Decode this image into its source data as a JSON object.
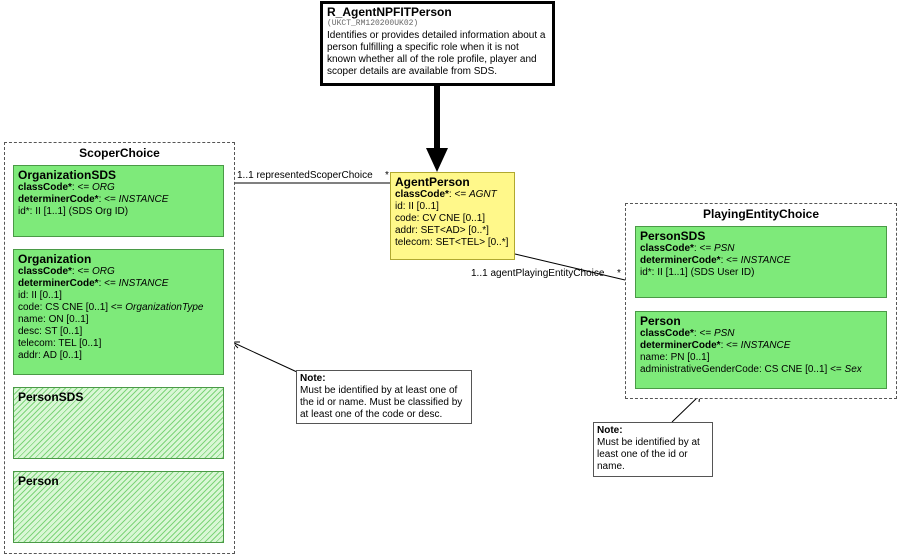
{
  "entry": {
    "title": "R_AgentNPFITPerson",
    "subtitle": "(UKCT_RM120200UK02)",
    "description": "Identifies or provides detailed information about a person fulfilling a specific role when it is not known whether all of the role profile, player and scoper details are available from SDS."
  },
  "agent_person": {
    "name": "AgentPerson",
    "attributes": [
      {
        "label": "classCode*",
        "bold": true,
        "value": ": <= ",
        "italic": "AGNT"
      },
      {
        "label": "",
        "bold": false,
        "value": "id: II [0..1]",
        "italic": ""
      },
      {
        "label": "",
        "bold": false,
        "value": "code: CV CNE [0..1]",
        "italic": ""
      },
      {
        "label": "",
        "bold": false,
        "value": "addr: SET<AD> [0..*]",
        "italic": ""
      },
      {
        "label": "",
        "bold": false,
        "value": "telecom: SET<TEL> [0..*]",
        "italic": ""
      }
    ]
  },
  "scoper_choice": {
    "title": "ScoperChoice",
    "organization_sds": {
      "name": "OrganizationSDS",
      "attributes": [
        {
          "label": "classCode*",
          "bold": true,
          "value": ": <= ",
          "italic": "ORG"
        },
        {
          "label": "determinerCode*",
          "bold": true,
          "value": ": <= ",
          "italic": "INSTANCE"
        },
        {
          "label": "",
          "bold": false,
          "value": "id*: II [1..1] (SDS Org ID)",
          "italic": ""
        }
      ]
    },
    "organization": {
      "name": "Organization",
      "attributes": [
        {
          "label": "classCode*",
          "bold": true,
          "value": ": <= ",
          "italic": "ORG"
        },
        {
          "label": "determinerCode*",
          "bold": true,
          "value": ": <= ",
          "italic": "INSTANCE"
        },
        {
          "label": "",
          "bold": false,
          "value": "id: II [0..1]",
          "italic": ""
        },
        {
          "label": "",
          "bold": false,
          "value": "code: CS CNE [0..1] <= ",
          "italic": "OrganizationType"
        },
        {
          "label": "",
          "bold": false,
          "value": "name: ON [0..1]",
          "italic": ""
        },
        {
          "label": "",
          "bold": false,
          "value": "desc: ST [0..1]",
          "italic": ""
        },
        {
          "label": "",
          "bold": false,
          "value": "telecom: TEL [0..1]",
          "italic": ""
        },
        {
          "label": "",
          "bold": false,
          "value": "addr: AD [0..1]",
          "italic": ""
        }
      ]
    },
    "person_sds": {
      "name": "PersonSDS"
    },
    "person": {
      "name": "Person"
    }
  },
  "playing_entity_choice": {
    "title": "PlayingEntityChoice",
    "person_sds": {
      "name": "PersonSDS",
      "attributes": [
        {
          "label": "classCode*",
          "bold": true,
          "value": ": <= ",
          "italic": "PSN"
        },
        {
          "label": "determinerCode*",
          "bold": true,
          "value": ": <= ",
          "italic": "INSTANCE"
        },
        {
          "label": "",
          "bold": false,
          "value": "id*: II [1..1] (SDS User ID)",
          "italic": ""
        }
      ]
    },
    "person": {
      "name": "Person",
      "attributes": [
        {
          "label": "classCode*",
          "bold": true,
          "value": ": <= ",
          "italic": "PSN"
        },
        {
          "label": "determinerCode*",
          "bold": true,
          "value": ": <= ",
          "italic": "INSTANCE"
        },
        {
          "label": "",
          "bold": false,
          "value": "name: PN [0..1]",
          "italic": ""
        },
        {
          "label": "",
          "bold": false,
          "value": "administrativeGenderCode: CS CNE [0..1] <= ",
          "italic": "Sex"
        }
      ]
    }
  },
  "associations": {
    "scoper": "1..1 representedScoperChoice",
    "scoper_star": "*",
    "player": "1..1 agentPlayingEntityChoice",
    "player_star": "*"
  },
  "notes": {
    "org_note": {
      "heading": "Note:",
      "text": "Must be identified by at least one of the id or name.  Must be classified by at least one of the code or desc."
    },
    "person_note": {
      "heading": "Note:",
      "text": "Must be identified by at least one of the id or name."
    }
  }
}
